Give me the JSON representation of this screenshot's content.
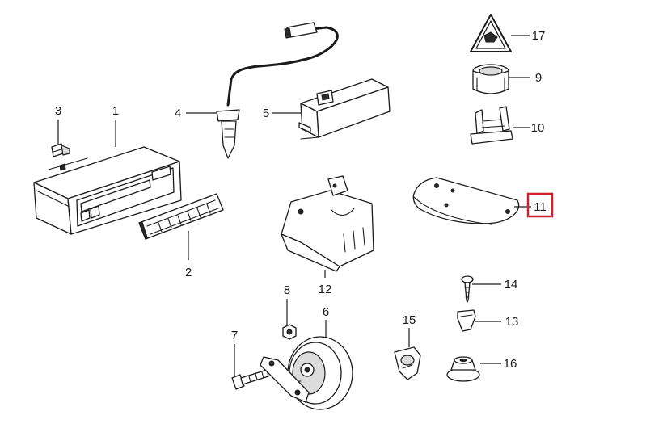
{
  "diagram": {
    "highlight_color": "#d0202c",
    "highlighted_part": "11",
    "parts": [
      {
        "num": "1",
        "icon": "control-panel"
      },
      {
        "num": "2",
        "icon": "button-strip"
      },
      {
        "num": "3",
        "icon": "bulb"
      },
      {
        "num": "4",
        "icon": "temperature-sensor"
      },
      {
        "num": "5",
        "icon": "control-module"
      },
      {
        "num": "6",
        "icon": "horn"
      },
      {
        "num": "7",
        "icon": "bolt"
      },
      {
        "num": "8",
        "icon": "nut"
      },
      {
        "num": "9",
        "icon": "connector-housing"
      },
      {
        "num": "10",
        "icon": "connector-clip"
      },
      {
        "num": "11",
        "icon": "cover-plate"
      },
      {
        "num": "12",
        "icon": "bracket"
      },
      {
        "num": "13",
        "icon": "clip-nut"
      },
      {
        "num": "14",
        "icon": "screw"
      },
      {
        "num": "15",
        "icon": "cable-clip"
      },
      {
        "num": "16",
        "icon": "collar-nut"
      },
      {
        "num": "17",
        "icon": "warning-triangle"
      }
    ]
  }
}
